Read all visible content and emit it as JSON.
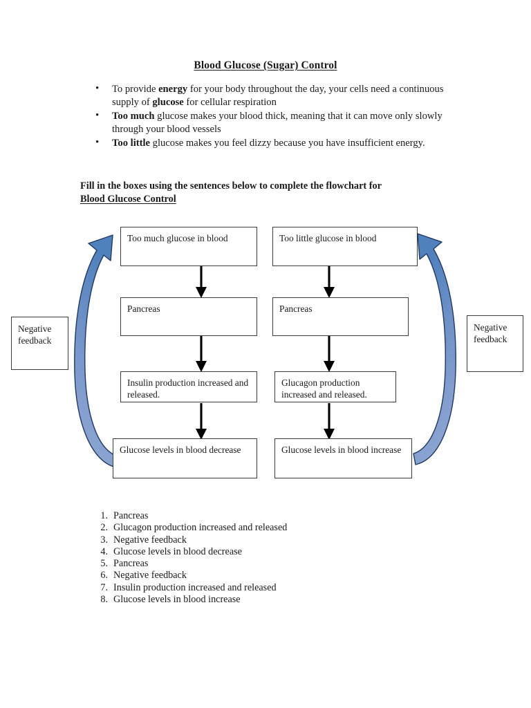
{
  "document": {
    "title": "Blood Glucose (Sugar) Control",
    "intro_bullets": [
      {
        "parts": [
          {
            "text": "To provide ",
            "bold": false
          },
          {
            "text": "energy",
            "bold": true
          },
          {
            "text": " for your body throughout the day, your cells need a continuous supply of ",
            "bold": false
          },
          {
            "text": "glucose",
            "bold": true
          },
          {
            "text": " for cellular respiration",
            "bold": false
          }
        ]
      },
      {
        "parts": [
          {
            "text": "Too much",
            "bold": true
          },
          {
            "text": " glucose makes your blood thick, meaning that it can move only slowly through your blood vessels",
            "bold": false
          }
        ]
      },
      {
        "parts": [
          {
            "text": "Too little",
            "bold": true
          },
          {
            "text": " glucose makes you feel dizzy because you have insufficient energy.",
            "bold": false
          }
        ]
      }
    ],
    "instruction": {
      "line1": "Fill in the boxes using the sentences below to complete the flowchart for",
      "line2_underlined": "Blood Glucose Control"
    }
  },
  "flowchart": {
    "left_column": [
      {
        "label": "Too much glucose in blood"
      },
      {
        "label": "Pancreas"
      },
      {
        "label": "Insulin production increased and released."
      },
      {
        "label": "Glucose levels in blood decrease"
      }
    ],
    "right_column": [
      {
        "label": "Too little glucose in blood"
      },
      {
        "label": "Pancreas"
      },
      {
        "label": "Glucagon production increased and released."
      },
      {
        "label": "Glucose levels in blood increase"
      }
    ],
    "side_boxes": {
      "left": "Negative feedback",
      "right": "Negative feedback"
    },
    "colors": {
      "curved_arrow_head": "#4F81BD",
      "curved_arrow_tail": "#93AAD4",
      "curved_arrow_outline": "#1F3864",
      "box_border": "#3A3A3A",
      "connector": "#000000"
    }
  },
  "answers": {
    "items": [
      {
        "num": "1.",
        "text": "Pancreas"
      },
      {
        "num": "2.",
        "text": "Glucagon production increased and released"
      },
      {
        "num": "3.",
        "text": "Negative feedback"
      },
      {
        "num": "4.",
        "text": "Glucose levels in blood decrease"
      },
      {
        "num": "5.",
        "text": "Pancreas"
      },
      {
        "num": "6.",
        "text": "Negative feedback"
      },
      {
        "num": "7.",
        "text": "Insulin production increased and released"
      },
      {
        "num": "8.",
        "text": "Glucose levels in blood increase"
      }
    ]
  }
}
